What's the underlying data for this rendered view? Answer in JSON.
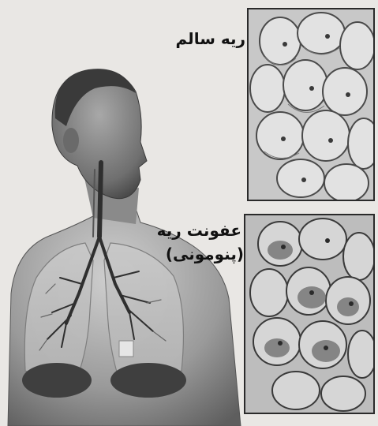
{
  "labels": {
    "healthy_lung": "ریه سالم",
    "infected_lung": "عفونت ریه",
    "infected_lung_sub": "(پنومونی)"
  },
  "colors": {
    "background": "#e9e7e4",
    "ink": "#111111",
    "skin_light": "#bdbdbd",
    "skin_dark": "#6d6d6d",
    "alveoli_light": "#e8e8e8",
    "alveoli_dark": "#7a7a7a"
  },
  "icons": {
    "figure": "human-torso-with-lungs-illustration",
    "alveoli_healthy": "healthy-alveoli-cluster",
    "alveoli_infected": "infected-alveoli-cluster"
  }
}
